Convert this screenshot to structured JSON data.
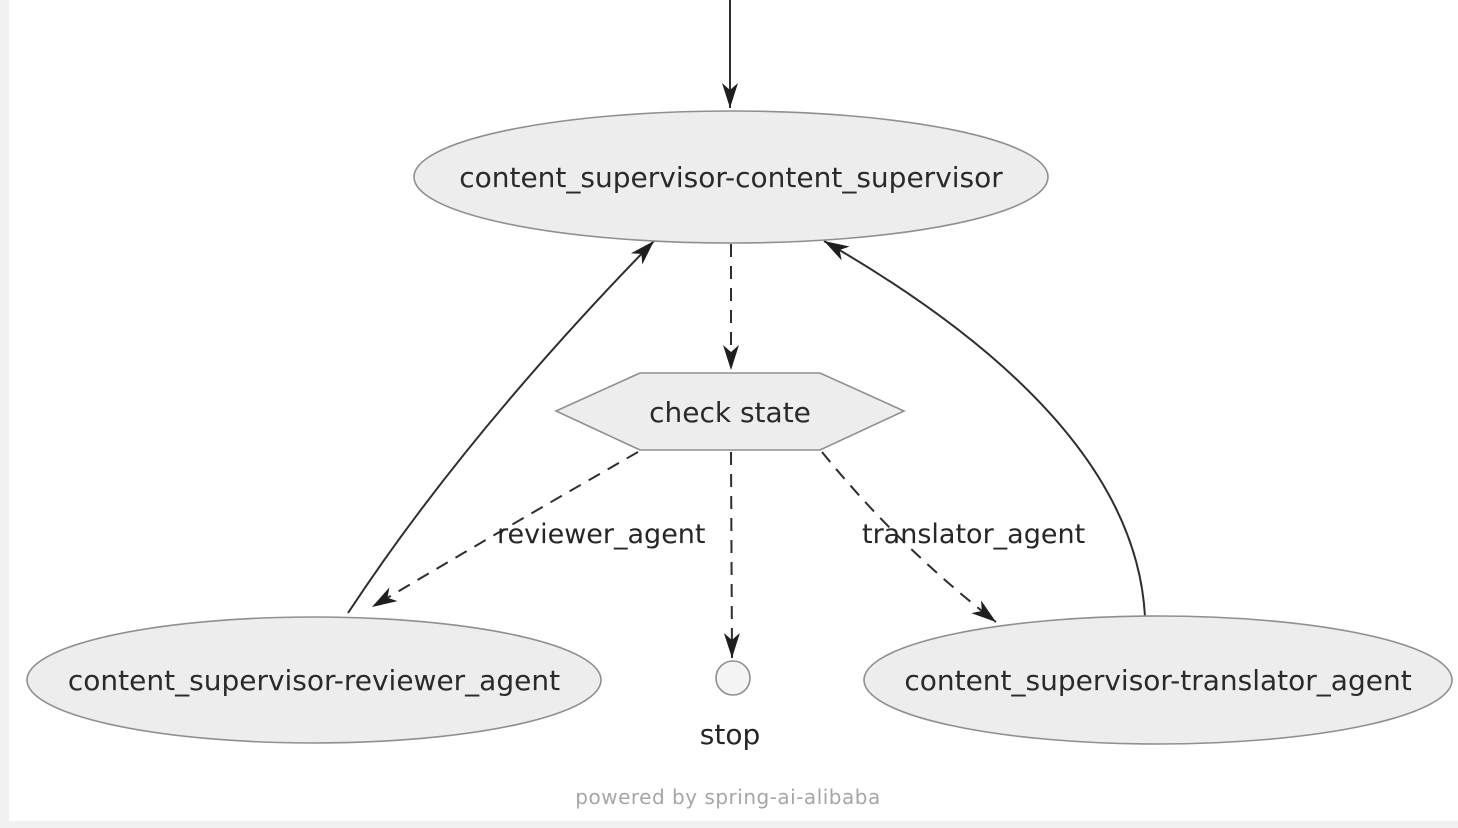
{
  "diagram": {
    "title_hint": "agent graph rendered as flowchart",
    "nodes": {
      "supervisor": {
        "label": "content_supervisor-content_supervisor",
        "shape": "ellipse"
      },
      "check_state": {
        "label": "check state",
        "shape": "hexagon"
      },
      "reviewer": {
        "label": "content_supervisor-reviewer_agent",
        "shape": "ellipse"
      },
      "translator": {
        "label": "content_supervisor-translator_agent",
        "shape": "ellipse"
      },
      "stop": {
        "label": "stop",
        "shape": "circle"
      }
    },
    "edges": [
      {
        "from": "start",
        "to": "content_supervisor-content_supervisor",
        "style": "solid",
        "label": ""
      },
      {
        "from": "content_supervisor-content_supervisor",
        "to": "check state",
        "style": "dashed",
        "label": ""
      },
      {
        "from": "check state",
        "to": "content_supervisor-reviewer_agent",
        "style": "dashed",
        "label": "reviewer_agent"
      },
      {
        "from": "check state",
        "to": "stop",
        "style": "dashed",
        "label": ""
      },
      {
        "from": "check state",
        "to": "content_supervisor-translator_agent",
        "style": "dashed",
        "label": "translator_agent"
      },
      {
        "from": "content_supervisor-reviewer_agent",
        "to": "content_supervisor-content_supervisor",
        "style": "solid",
        "label": ""
      },
      {
        "from": "content_supervisor-translator_agent",
        "to": "content_supervisor-content_supervisor",
        "style": "solid",
        "label": ""
      }
    ],
    "footer": "powered by spring-ai-alibaba",
    "colors": {
      "background": "#ffffff",
      "node_fill": "#ededed",
      "node_stroke": "#8f8f8f",
      "edge_stroke": "#2e2e2e",
      "node_text": "#2a2a2a",
      "footer_text": "#a6a6a6"
    }
  }
}
